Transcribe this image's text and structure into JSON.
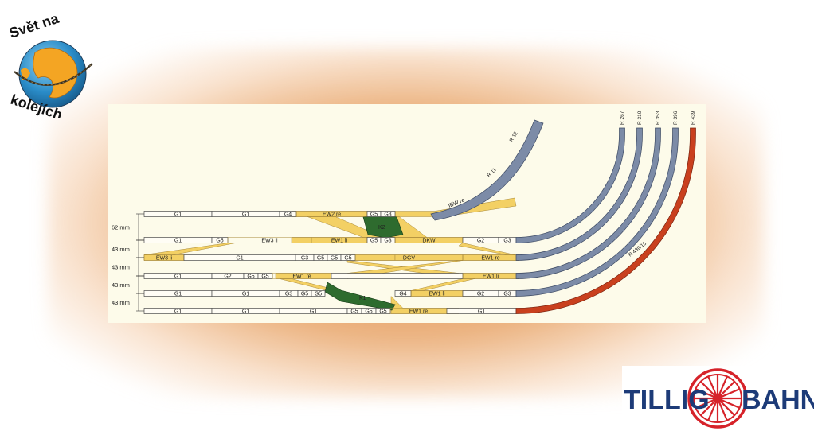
{
  "branding": {
    "left_logo_line1": "Svět na",
    "left_logo_line2": "kolejích",
    "right_logo_left": "TILLIG",
    "right_logo_right": "BAHN"
  },
  "colors": {
    "yellow": "#f3d064",
    "blue": "#7c8ba7",
    "red": "#c9401e",
    "green": "#2e6b2e",
    "straight": "#fffdf5",
    "outline": "#4a4a4a"
  },
  "dimensions": [
    "62 mm",
    "43 mm",
    "43 mm",
    "43 mm",
    "43 mm"
  ],
  "radius_labels": [
    "R 267",
    "R 310",
    "R 353",
    "R 396",
    "R 439"
  ],
  "curve_label_top": "R 12",
  "curve_label_mid": "R 11",
  "curve_label_red": "R 439/15",
  "tracks": [
    {
      "segments": [
        "G1",
        "G1",
        "G4",
        "EW2 re",
        "",
        "G5",
        "G3",
        "IBW re"
      ]
    },
    {
      "segments": [
        "G1",
        "G5",
        "EW3 li",
        "EW1 li",
        "G5",
        "G3",
        "DKW",
        "G2",
        "G3"
      ]
    },
    {
      "segments": [
        "EW3 li",
        "G1",
        "G3",
        "G5",
        "G5",
        "G5",
        "DGV",
        "EW1 re"
      ]
    },
    {
      "segments": [
        "G1",
        "G2",
        "G5",
        "G5",
        "EW1 re",
        "EW1 li"
      ]
    },
    {
      "segments": [
        "G1",
        "G1",
        "G3",
        "G5",
        "G5",
        "G4",
        "EW1 li",
        "G2",
        "G3"
      ]
    },
    {
      "segments": [
        "G1",
        "G1",
        "G1",
        "G5",
        "G5",
        "G5",
        "EW1 re",
        "G1"
      ]
    }
  ],
  "crossings": [
    "K2",
    "K1"
  ]
}
